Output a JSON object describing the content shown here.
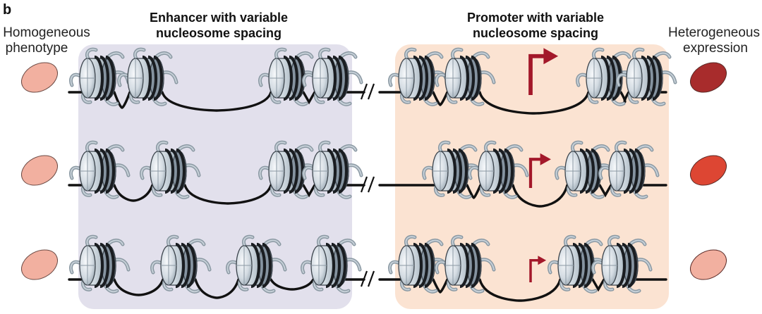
{
  "panel_label": "b",
  "left_label": {
    "line1": "Homogeneous",
    "line2": "phenotype"
  },
  "right_label": {
    "line1": "Heterogeneous",
    "line2": "expression"
  },
  "enhancer_title": {
    "line1": "Enhancer with variable",
    "line2": "nucleosome spacing"
  },
  "promoter_title": {
    "line1": "Promoter with variable",
    "line2": "nucleosome spacing"
  },
  "colors": {
    "enhancer_bg": "#e2e0ec",
    "promoter_bg": "#fbe3d2",
    "dna": "#111111",
    "arrow": "#a3182a",
    "histone_light": "#e1e7ed",
    "histone_mid": "#b5c1cb",
    "histone_dark": "#707d88",
    "tail": "#8b99a3"
  },
  "rows": [
    {
      "left_cell_color": "#f2b0a0",
      "right_cell_color": "#a82c2c"
    },
    {
      "left_cell_color": "#f2b0a0",
      "right_cell_color": "#dd4633"
    },
    {
      "left_cell_color": "#f2b0a0",
      "right_cell_color": "#f2b0a0"
    }
  ]
}
